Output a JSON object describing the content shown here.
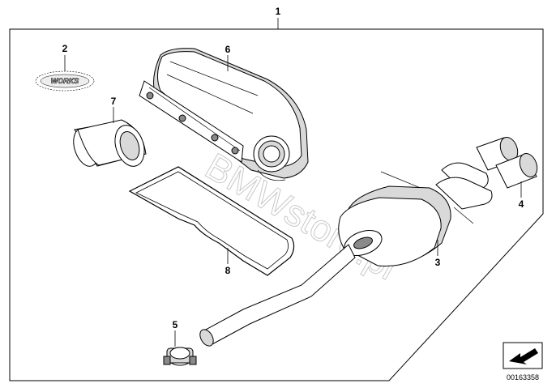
{
  "callouts": {
    "c1": "1",
    "c2": "2",
    "c3": "3",
    "c4": "4",
    "c5": "5",
    "c6": "6",
    "c7": "7",
    "c8": "8"
  },
  "logo_text": "WORKS",
  "watermark": "BMWstore.pl",
  "reference_number": "00163358",
  "icons": {
    "navigation": "arrow-icon",
    "works_logo": "works-logo-icon"
  }
}
